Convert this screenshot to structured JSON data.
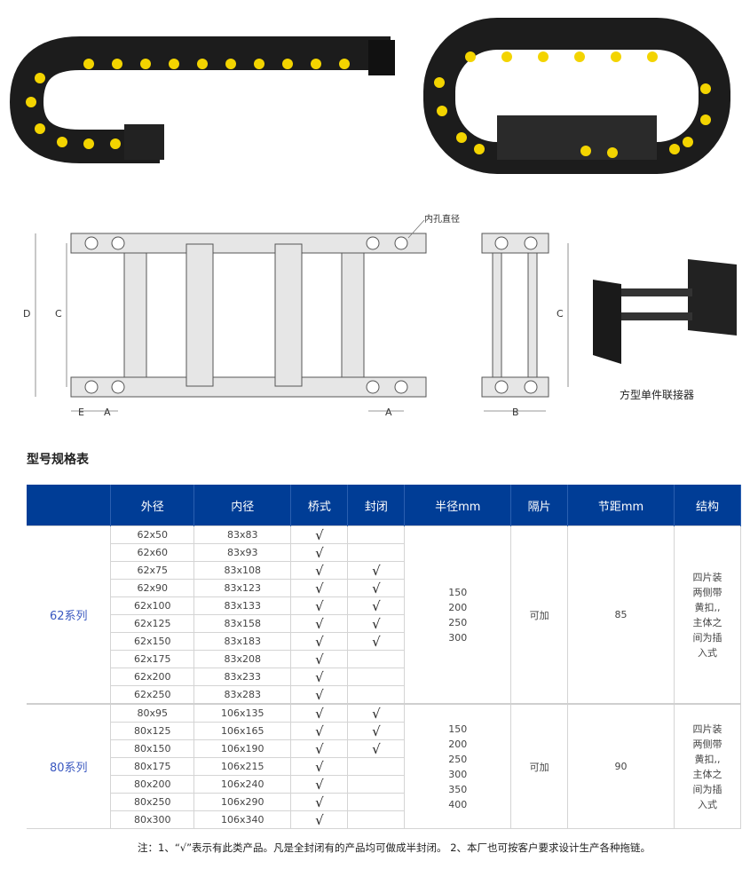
{
  "diagram": {
    "inner_hole_label": "内孔直径",
    "dim_D": "D",
    "dim_C": "C",
    "dim_E": "E",
    "dim_A": "A",
    "dim_A2": "A",
    "dim_B": "B",
    "dim_C2": "C",
    "connector_caption": "方型单件联接器"
  },
  "section_title": "型号规格表",
  "table": {
    "headers": [
      "",
      "外径",
      "内径",
      "桥式",
      "封闭",
      "半径mm",
      "隔片",
      "节距mm",
      "结构"
    ],
    "groups": [
      {
        "series": "62系列",
        "radius": [
          "150",
          "200",
          "250",
          "300"
        ],
        "separator": "可加",
        "pitch": "85",
        "structure": [
          "四片装",
          "两侧带",
          "黄扣,,",
          "主体之",
          "间为插",
          "入式"
        ],
        "rows": [
          [
            "62x50",
            "83x83",
            "√",
            ""
          ],
          [
            "62x60",
            "83x93",
            "√",
            ""
          ],
          [
            "62x75",
            "83x108",
            "√",
            "√"
          ],
          [
            "62x90",
            "83x123",
            "√",
            "√"
          ],
          [
            "62x100",
            "83x133",
            "√",
            "√"
          ],
          [
            "62x125",
            "83x158",
            "√",
            "√"
          ],
          [
            "62x150",
            "83x183",
            "√",
            "√"
          ],
          [
            "62x175",
            "83x208",
            "√",
            ""
          ],
          [
            "62x200",
            "83x233",
            "√",
            ""
          ],
          [
            "62x250",
            "83x283",
            "√",
            ""
          ]
        ]
      },
      {
        "series": "80系列",
        "radius": [
          "150",
          "200",
          "250",
          "300",
          "350",
          "400"
        ],
        "separator": "可加",
        "pitch": "90",
        "structure": [
          "四片装",
          "两侧带",
          "黄扣,,",
          "主体之",
          "间为插",
          "入式"
        ],
        "rows": [
          [
            "80x95",
            "106x135",
            "√",
            "√"
          ],
          [
            "80x125",
            "106x165",
            "√",
            "√"
          ],
          [
            "80x150",
            "106x190",
            "√",
            "√"
          ],
          [
            "80x175",
            "106x215",
            "√",
            ""
          ],
          [
            "80x200",
            "106x240",
            "√",
            ""
          ],
          [
            "80x250",
            "106x290",
            "√",
            ""
          ],
          [
            "80x300",
            "106x340",
            "√",
            ""
          ]
        ]
      }
    ]
  },
  "note": "注：1、“√”表示有此类产品。凡是全封闭有的产品均可做成半封闭。 2、本厂也可按客户要求设计生产各种拖链。",
  "colors": {
    "header_bg": "#003d96",
    "series_text": "#3a58c0",
    "dot": "#f3d400"
  }
}
